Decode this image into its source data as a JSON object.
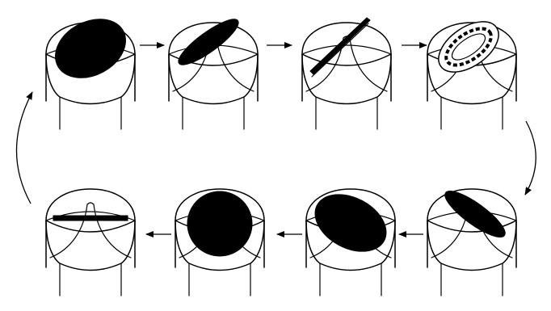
{
  "diagram": {
    "type": "process-cycle",
    "stages": [
      {
        "step": 1,
        "disk": "tilted-ellipse",
        "cone": false
      },
      {
        "step": 2,
        "disk": "narrow-tilted-ellipse",
        "cone": true
      },
      {
        "step": 3,
        "disk": "edge-on-rod",
        "cone": true
      },
      {
        "step": 4,
        "disk": "hollow-ring",
        "cone": true
      },
      {
        "step": 5,
        "disk": "narrow-tilted-ellipse",
        "cone": true
      },
      {
        "step": 6,
        "disk": "tilted-ellipse",
        "cone": true
      },
      {
        "step": 7,
        "disk": "circle",
        "cone": true
      },
      {
        "step": 8,
        "disk": "horizontal-bar",
        "cone": true
      }
    ],
    "arrows": [
      "1-2",
      "2-3",
      "3-4",
      "4-5",
      "5-6",
      "6-7",
      "7-8",
      "8-1"
    ],
    "colors": {
      "ink": "#000000",
      "background": "#ffffff"
    }
  }
}
